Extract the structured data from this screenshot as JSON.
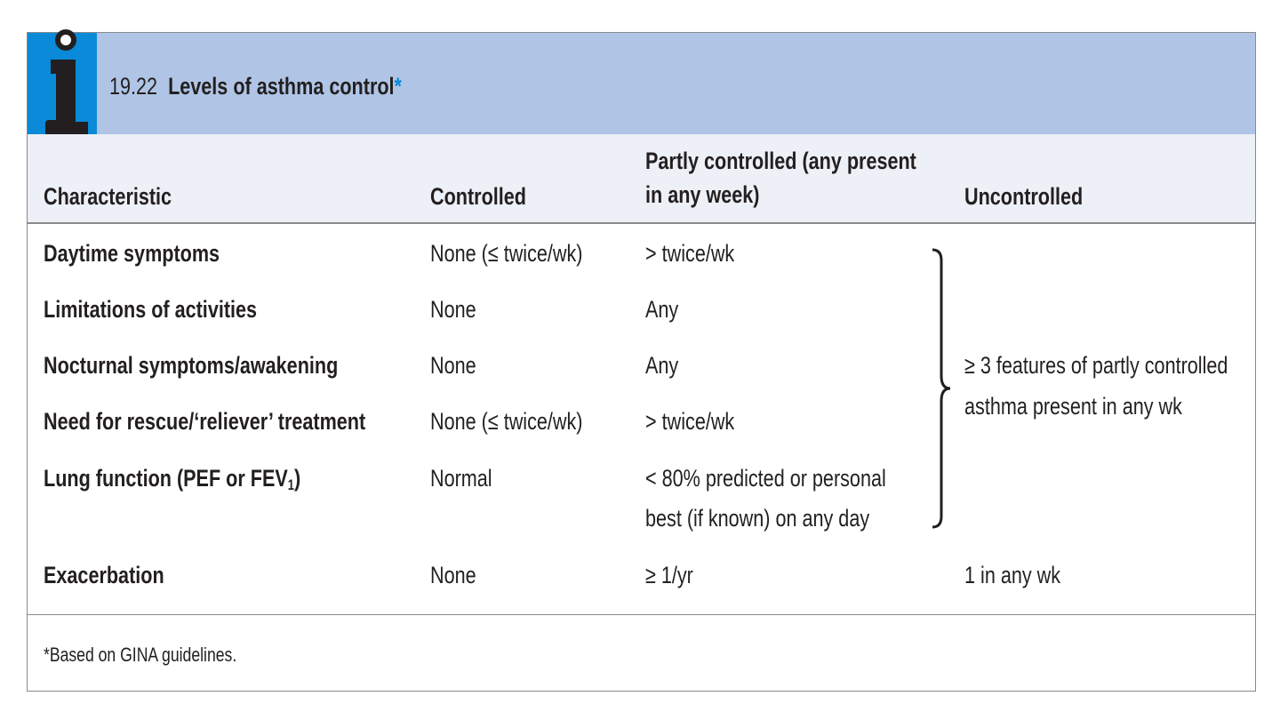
{
  "title": {
    "number": "19.22",
    "text": "Levels of asthma control",
    "marker": "*"
  },
  "icon": "info-icon",
  "colors": {
    "title_band": "#b0c5e6",
    "icon_block": "#0a8ad8",
    "header_band": "#edf0f6",
    "asterisk": "#0a8ad8"
  },
  "table": {
    "headers": {
      "characteristic": "Characteristic",
      "controlled": "Controlled",
      "partly_line1": "Partly controlled (any present",
      "partly_line2": "in any week)",
      "uncontrolled": "Uncontrolled"
    },
    "rows": [
      {
        "characteristic": "Daytime symptoms",
        "controlled": "None (≤ twice/wk)",
        "partly": "> twice/wk"
      },
      {
        "characteristic": "Limitations of activities",
        "controlled": "None",
        "partly": "Any"
      },
      {
        "characteristic": "Nocturnal symptoms/awakening",
        "controlled": "None",
        "partly": "Any"
      },
      {
        "characteristic": "Need for rescue/‘reliever’ treatment",
        "controlled": "None (≤ twice/wk)",
        "partly": "> twice/wk"
      },
      {
        "characteristic": "Lung function (PEF or FEV",
        "characteristic_sub": "1",
        "characteristic_end": ")",
        "controlled": "Normal",
        "partly": "< 80% predicted or personal",
        "partly_line2": "best (if known) on any day"
      },
      {
        "characteristic": "Exacerbation",
        "controlled": "None",
        "partly": "≥ 1/yr",
        "uncontrolled": "1 in any wk"
      }
    ],
    "uncontrolled_group": {
      "line1": "≥ 3 features of partly controlled",
      "line2": "asthma present in any wk"
    }
  },
  "footnote": "*Based on GINA guidelines."
}
